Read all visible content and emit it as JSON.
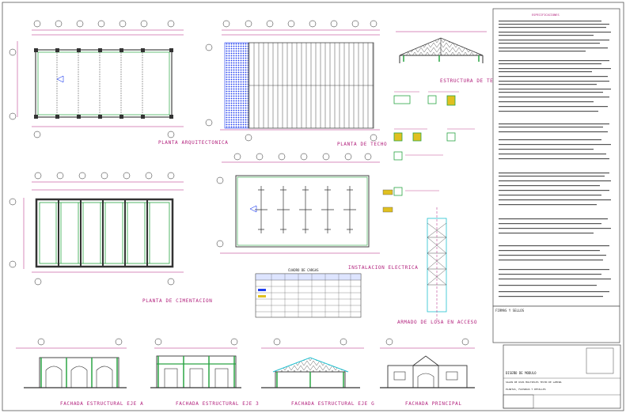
{
  "sheet": {
    "labels": {
      "planta_arq": "PLANTA ARQUITECTONICA",
      "planta_techo": "PLANTA DE TECHO",
      "estructura_techo": "ESTRUCTURA DE TECHO",
      "planta_cimentacion": "PLANTA DE CIMENTACION",
      "instalacion_electrica": "INSTALACION ELECTRICA",
      "cuadro_cargas": "CUADRO DE CARGAS",
      "armado_losa": "ARMADO DE LOSA EN ACCESO",
      "fachada_a": "FACHADA ESTRUCTURAL EJE A",
      "fachada_3": "FACHADA ESTRUCTURAL EJE 3",
      "fachada_g": "FACHADA ESTRUCTURAL EJE G",
      "fachada_principal": "FACHADA PRINCIPAL"
    },
    "specs": {
      "title": "ESPECIFICACIONES",
      "firmas": "FIRMAS Y SELLOS"
    },
    "title_block": {
      "line1": "DISEÑO DE MODULO",
      "line2": "SALON DE USOS MULTIPLES TECHO DE LAMINA",
      "line3": "PLANTAS, FACHADAS Y DETALLES"
    }
  }
}
